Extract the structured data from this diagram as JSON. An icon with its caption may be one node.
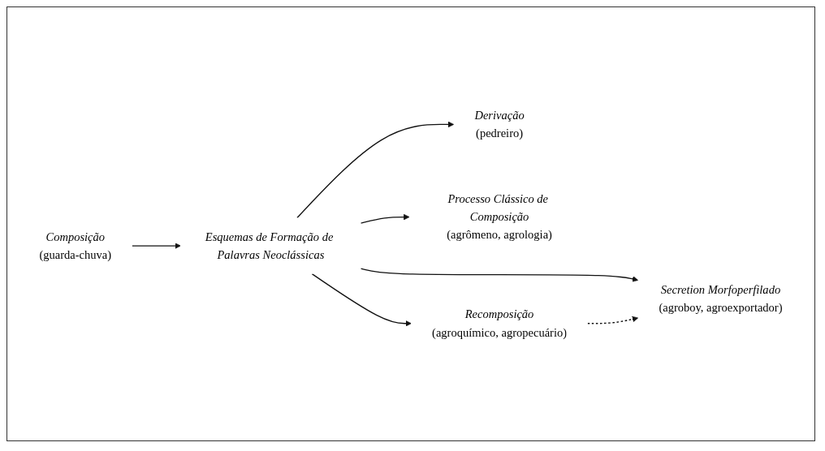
{
  "diagram": {
    "nodes": [
      {
        "text": [
          "Esquemas de Formação de Palavras Neoclássicas"
        ]
      },
      {
        "text": [
          "Composição",
          "(guarda-chuva)"
        ]
      },
      {
        "text": [
          "Derivação",
          "(pedreiro)"
        ]
      },
      {
        "text": [
          "Processo Clássico de Composição",
          "(agrômeno, agrologia)"
        ]
      },
      {
        "text": [
          "Recomposição",
          "(agroquímico, agropecuário)"
        ]
      },
      {
        "text": [
          "Secretion Morfoperfilado",
          "(agroboy, agroexportador)"
        ]
      }
    ],
    "edges": [
      {
        "from": 1,
        "to": 0,
        "arrow": "to"
      },
      {
        "from": 0,
        "to": 2,
        "arrow": "to"
      },
      {
        "from": 0,
        "to": 3,
        "arrow": "to"
      },
      {
        "from": 0,
        "to": 4,
        "arrow": "to"
      },
      {
        "from": 0,
        "to": 5,
        "arrow": "to"
      },
      {
        "from": 4,
        "to": 5,
        "arrow": "to",
        "style": "dashed"
      }
    ]
  }
}
